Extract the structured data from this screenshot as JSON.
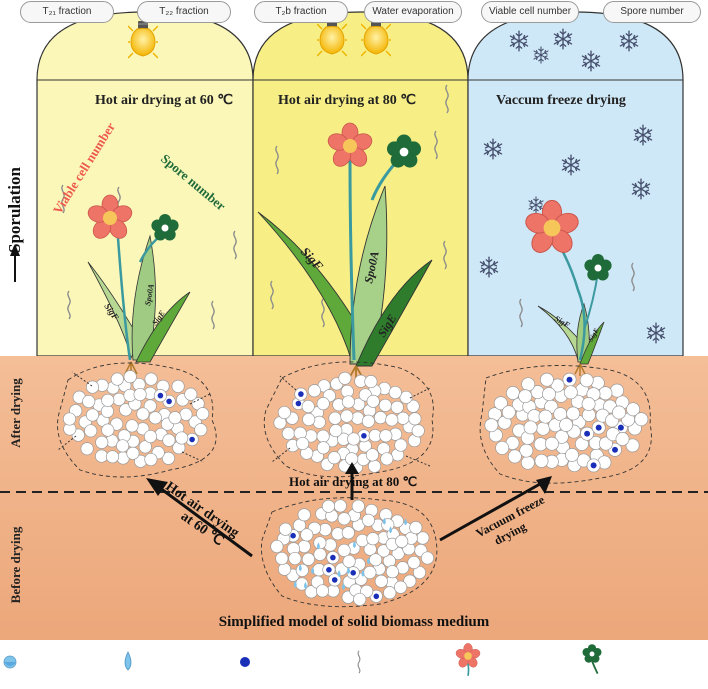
{
  "chambers": [
    {
      "title": "Hot air drying at 60 ℃",
      "bulbs": 1,
      "color": "#fbf7b8"
    },
    {
      "title": "Hot air drying at 80 ℃",
      "bulbs": 2,
      "color": "#f7ef86"
    },
    {
      "title": "Vaccum freeze drying",
      "bulbs": 0,
      "color": "#cfe8f7"
    }
  ],
  "labels": {
    "sporulation": "Sporulation",
    "viable_cell_number": "Viable cell number",
    "spore_number": "Spore number",
    "after_drying": "After drying",
    "before_drying": "Before drying",
    "hot_air_60_line1": "Hot air drying",
    "hot_air_60_line2": "at 60 ℃",
    "hot_air_80": "Hot air drying at 80 ℃",
    "vacuum_line1": "Vacuum freeze",
    "vacuum_line2": "drying",
    "model_title": "Simplified model of solid biomass medium"
  },
  "leaves": {
    "sigF": "SigF",
    "spo0A": "Spo0A",
    "sigE": "SigE"
  },
  "legend": [
    {
      "icon": "t21-droplet-icon",
      "label": "T₂₁ fraction"
    },
    {
      "icon": "t22-droplet-icon",
      "label": "T₂₂ fraction"
    },
    {
      "icon": "t2b-dot-icon",
      "label": "T₂b fraction"
    },
    {
      "icon": "water-evaporation-icon",
      "label": "Water evaporation"
    },
    {
      "icon": "viable-cell-flower-icon",
      "label": "Viable cell number"
    },
    {
      "icon": "spore-flower-icon",
      "label": "Spore number"
    }
  ],
  "colors": {
    "ground": "#f0b48a",
    "viable_flower": "#ee7468",
    "spore_flower": "#1f6b3a",
    "leaf_dark": "#2f7d2c",
    "leaf_mid": "#79b94e",
    "leaf_light": "#b6d892",
    "t2b_dot": "#1a2fb8",
    "t22_drop": "#7ec3ea"
  }
}
